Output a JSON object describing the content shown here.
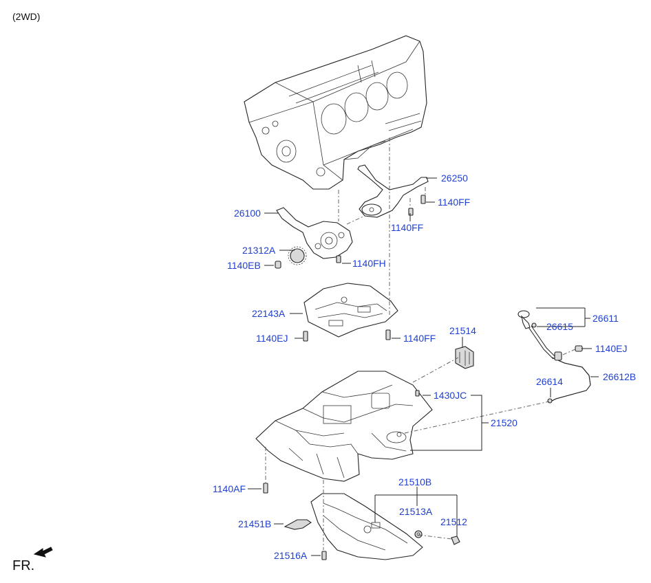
{
  "header": {
    "variant": "(2WD)"
  },
  "direction": {
    "label": "FR."
  },
  "colors": {
    "part_label": "#1f3fd1",
    "line": "#222222"
  },
  "parts": [
    {
      "id": "p26250",
      "label": "26250"
    },
    {
      "id": "p1140FF_a",
      "label": "1140FF"
    },
    {
      "id": "p1140FF_b",
      "label": "1140FF"
    },
    {
      "id": "p26100",
      "label": "26100"
    },
    {
      "id": "p21312A",
      "label": "21312A"
    },
    {
      "id": "p1140EB",
      "label": "1140EB"
    },
    {
      "id": "p1140FH",
      "label": "1140FH"
    },
    {
      "id": "p22143A",
      "label": "22143A"
    },
    {
      "id": "p1140EJ_a",
      "label": "1140EJ"
    },
    {
      "id": "p1140FF_c",
      "label": "1140FF"
    },
    {
      "id": "p21514",
      "label": "21514"
    },
    {
      "id": "p26611",
      "label": "26611"
    },
    {
      "id": "p26615",
      "label": "26615"
    },
    {
      "id": "p1140EJ_b",
      "label": "1140EJ"
    },
    {
      "id": "p26614",
      "label": "26614"
    },
    {
      "id": "p26612B",
      "label": "26612B"
    },
    {
      "id": "p1430JC",
      "label": "1430JC"
    },
    {
      "id": "p21520",
      "label": "21520"
    },
    {
      "id": "p1140AF",
      "label": "1140AF"
    },
    {
      "id": "p21510B",
      "label": "21510B"
    },
    {
      "id": "p21513A",
      "label": "21513A"
    },
    {
      "id": "p21512",
      "label": "21512"
    },
    {
      "id": "p21451B",
      "label": "21451B"
    },
    {
      "id": "p21516A",
      "label": "21516A"
    }
  ]
}
